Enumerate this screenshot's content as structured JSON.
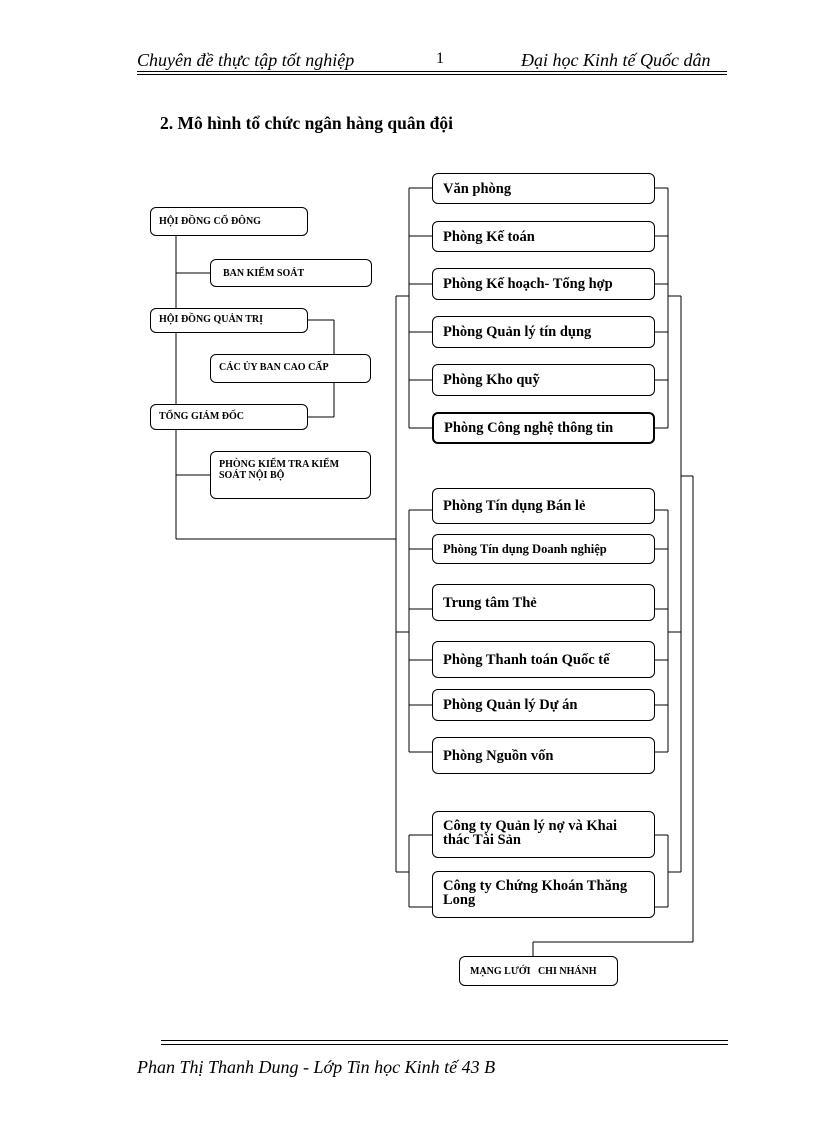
{
  "header": {
    "left": "Chuyên đề thực tập tốt nghiệp",
    "page": "1",
    "right": "Đại học Kinh tế Quốc dân"
  },
  "title": "2. Mô hình tổ chức ngân hàng quân đội",
  "left_chain": {
    "hoi_dong_co_dong": "HỘI ĐỒNG CỔ ĐÔNG",
    "ban_kiem_soat": "BAN KIỂM  SOÁT",
    "hoi_dong_quan_tri": "HỘI ĐỒNG QUẢN TRỊ",
    "cac_uy_ban": "CÁC ỦY BAN CAO CẤP",
    "tong_giam_doc": "TỔNG GIÁM ĐỐC",
    "phong_kiem_tra": "PHÒNG KIỂM TRA KIỂM SOÁT NỘI BỘ"
  },
  "group1": [
    "Văn phòng",
    "Phòng Kế toán",
    "Phòng Kế hoạch- Tổng hợp",
    "Phòng Quản lý tín dụng",
    "Phòng Kho quỹ",
    "Phòng Công nghệ thông tin"
  ],
  "group2": [
    "Phòng Tín dụng Bán lẻ",
    "Phòng Tín dụng Doanh nghiệp",
    "Trung tâm Thẻ",
    "Phòng Thanh toán Quốc tế",
    "Phòng Quản lý Dự án",
    "Phòng Nguồn vốn"
  ],
  "group3": [
    "Công ty Quản lý nợ và Khai thác Tài Sản",
    "Công ty Chứng Khoán Thăng Long"
  ],
  "network": "MẠNG LƯỚI   CHI NHÁNH",
  "footer": "Phan Thị Thanh Dung - Lớp Tin học Kinh tế 43 B"
}
